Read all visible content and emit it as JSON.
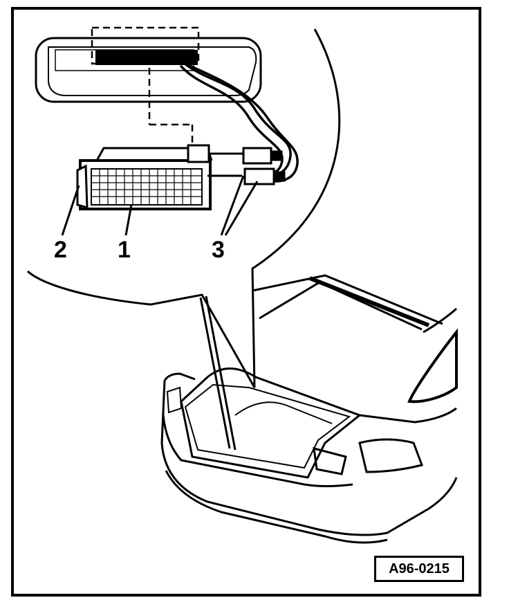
{
  "callouts": {
    "one": "1",
    "two": "2",
    "three": "3"
  },
  "figure_reference": "A96-0215",
  "colors": {
    "ink": "#000000",
    "paper": "#ffffff"
  }
}
